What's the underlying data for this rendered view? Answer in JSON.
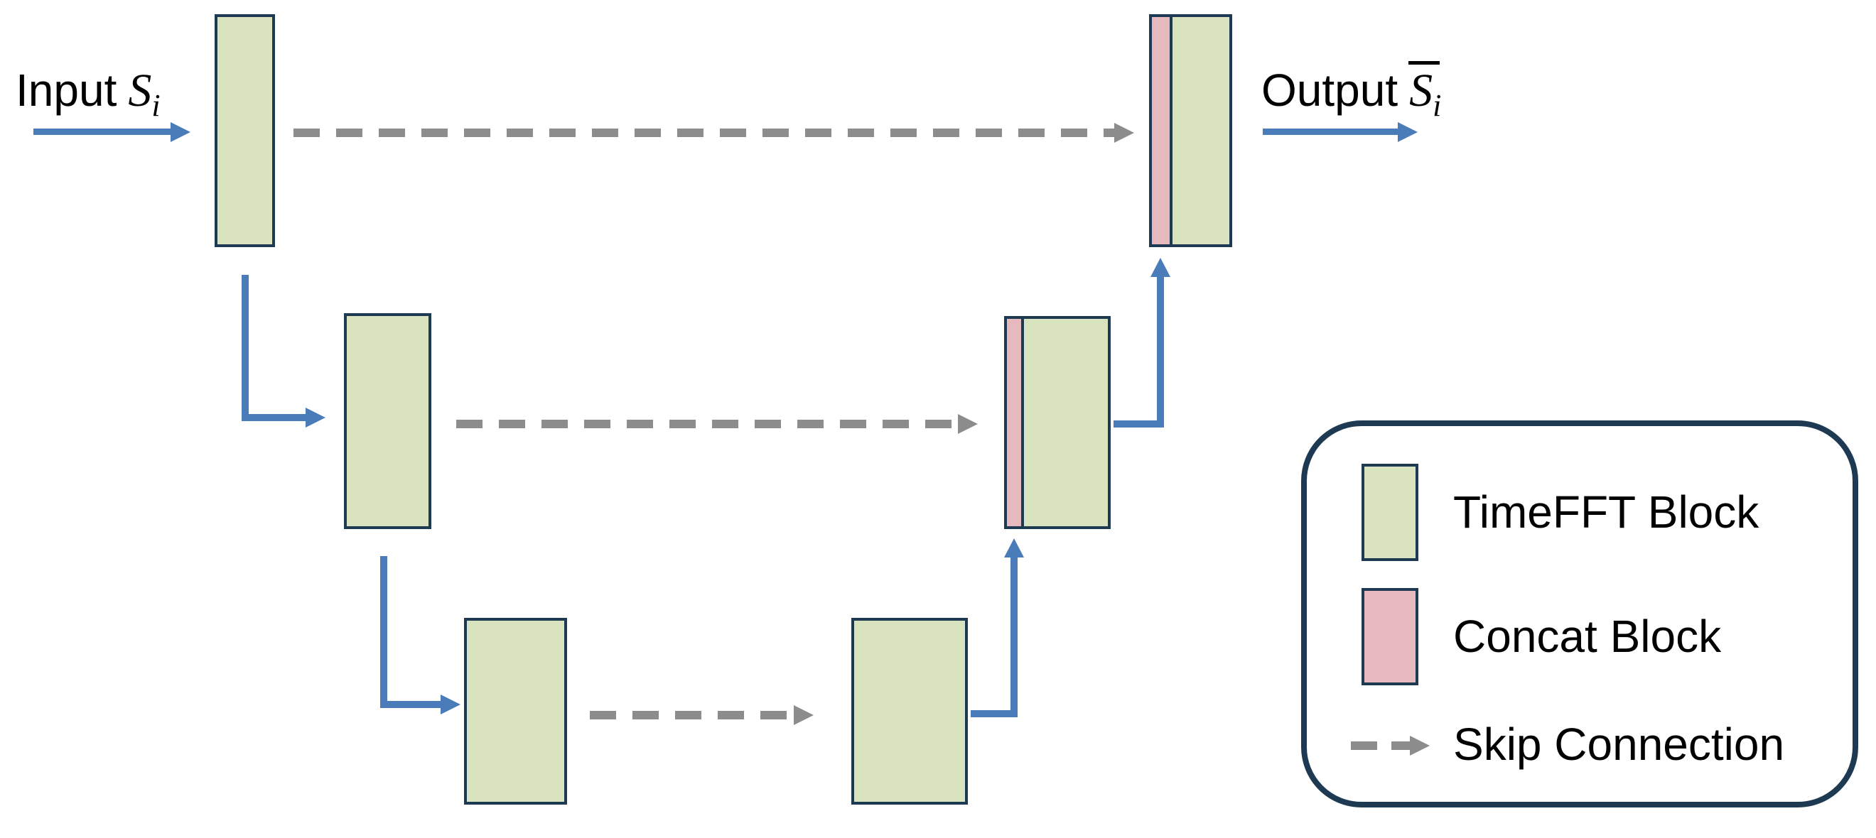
{
  "colors": {
    "background": "#ffffff",
    "green": "#d9e3c0",
    "pink": "#e5b9bd",
    "border": "#1e3a52",
    "blue": "#4b7cba",
    "gray": "#8c8c8c",
    "text": "#000000"
  },
  "io": {
    "input_label": "Input",
    "input_symbol": "S",
    "input_subscript": "i",
    "output_label": "Output",
    "output_symbol": "S",
    "output_subscript": "i",
    "output_symbol_has_overline": true
  },
  "legend": {
    "items": [
      {
        "key": "timefft",
        "label": "TimeFFT Block",
        "swatch_color": "#d9e3c0"
      },
      {
        "key": "concat",
        "label": "Concat Block",
        "swatch_color": "#e5b9bd"
      },
      {
        "key": "skip",
        "label": "Skip Connection",
        "swatch_color": "#8c8c8c"
      }
    ]
  },
  "structure": {
    "levels": 3,
    "encoder_timefft_blocks": 3,
    "decoder_timefft_blocks": 3,
    "concat_blocks": 2,
    "skip_connections": 3
  }
}
